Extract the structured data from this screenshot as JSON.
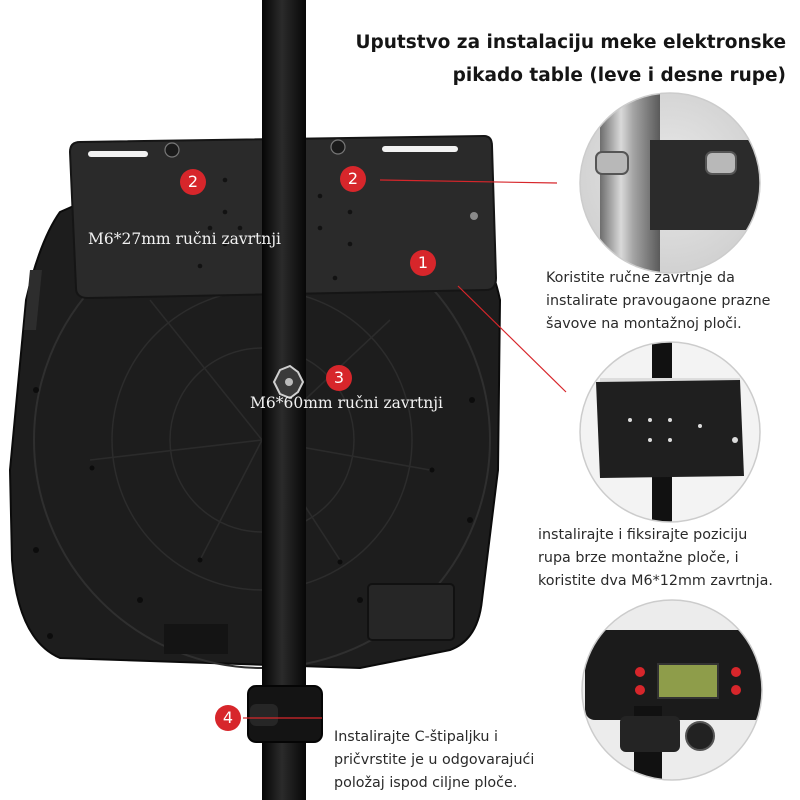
{
  "title": {
    "line1": "Uputstvo za instalaciju meke elektronske",
    "line2": "pikado table (leve i desne rupe)"
  },
  "labels": {
    "screw_27": "M6*27mm ručni zavrtnji",
    "screw_60": "M6*60mm ručni zavrtnji"
  },
  "markers": {
    "m1": "1",
    "m2a": "2",
    "m2b": "2",
    "m3": "3",
    "m4": "4"
  },
  "captions": {
    "step1": {
      "line1": "Koristite ručne zavrtnje da",
      "line2": "instalirate pravougaone prazne",
      "line3": "šavove na montažnoj ploči."
    },
    "step2": {
      "line1": "instalirajte i fiksirajte poziciju",
      "line2": "rupa brze montažne ploče, i",
      "line3": "koristite dva M6*12mm zavrtnja."
    },
    "step4": {
      "line1": "Instalirajte C-štipaljku i",
      "line2": "pričvrstite je u odgovarajući",
      "line3": "položaj ispod ciljne ploče."
    }
  },
  "colors": {
    "marker": "#d7262b",
    "board": "#1d1d1d",
    "plate": "#262626",
    "pole": "#0f0f0f"
  }
}
